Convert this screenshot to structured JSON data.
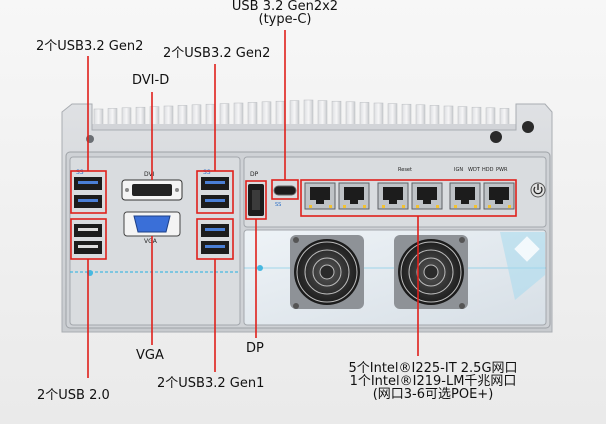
{
  "callouts": {
    "usb_typec_line1": "USB 3.2 Gen2x2",
    "usb_typec_line2": "(type-C)",
    "left_usb32_gen2": "2个USB3.2 Gen2",
    "mid_usb32_gen2": "2个USB3.2 Gen2",
    "dvi": "DVI-D",
    "vga": "VGA",
    "dp": "DP",
    "usb20": "2个USB 2.0",
    "usb32_gen1": "2个USB3.2 Gen1",
    "lan_line1": "5个Intel®I225-IT 2.5G网口",
    "lan_line2": "1个Intel®I219-LM千兆网口",
    "lan_line3": "(网口3-6可选POE+)"
  },
  "panel_text": {
    "dvi": "DVI",
    "vga": "VGA",
    "dp": "DP",
    "reset": "Reset",
    "ign": "IGN",
    "wdt": "WDT",
    "hdd": "HDD",
    "pwr": "PWR",
    "ss_logo": "SS"
  },
  "colors": {
    "callout_line": "#e0201b",
    "chassis": "#d6d8db",
    "heatsink": "#e9eaec",
    "port_black": "#1c1c1c",
    "rj45_led": "#f2c230",
    "vga_blue": "#3a6fd8",
    "accent_cyan": "#47b8e0"
  }
}
